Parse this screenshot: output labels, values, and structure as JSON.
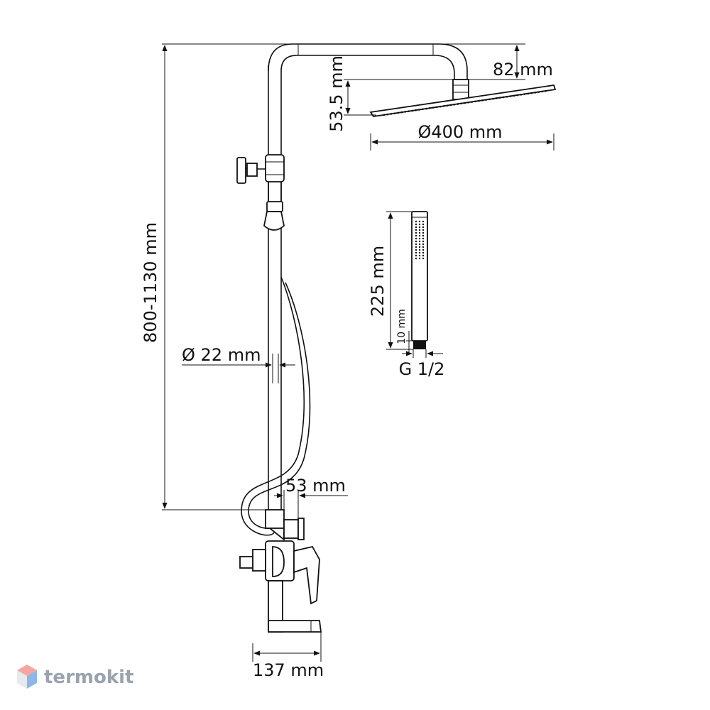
{
  "dimensions": {
    "head_height": "82 mm",
    "head_offset": "53.5 mm",
    "head_diameter": "Ø400 mm",
    "column_height": "800-1130 mm",
    "pipe_diameter": "Ø 22 mm",
    "hand_shower_length": "225 mm",
    "hand_shower_bottom": "10 mm",
    "hand_shower_thread": "G 1/2",
    "mount_offset": "53 mm",
    "spout_length": "137 mm"
  },
  "watermark": {
    "brand": "termokit",
    "colors": {
      "top": "#f4a6a0",
      "left": "#e6e9ee",
      "right": "#8fb6e8"
    }
  },
  "colors": {
    "line": "#111111",
    "background": "#ffffff"
  }
}
